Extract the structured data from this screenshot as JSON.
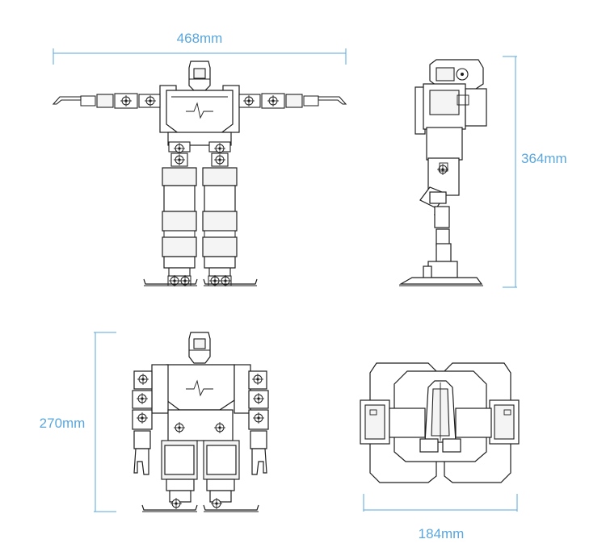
{
  "dimensions": {
    "width_front": "468mm",
    "height_side": "364mm",
    "height_crouch": "270mm",
    "depth_top": "184mm"
  },
  "colors": {
    "dimension": "#5aa7de",
    "ink": "#1e1e1e",
    "background": "#ffffff"
  }
}
